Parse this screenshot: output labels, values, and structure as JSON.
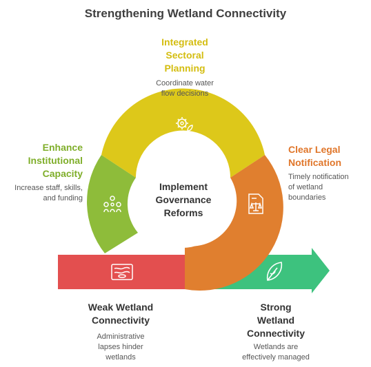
{
  "title": "Strengthening Wetland Connectivity",
  "center": {
    "line1": "Implement",
    "line2": "Governance",
    "line3": "Reforms"
  },
  "top": {
    "heading": [
      "Integrated",
      "Sectoral",
      "Planning"
    ],
    "description": [
      "Coordinate water",
      "flow decisions"
    ],
    "color": "#ddc81a",
    "icon": "gear-leaf-icon"
  },
  "left": {
    "heading": [
      "Enhance",
      "Institutional",
      "Capacity"
    ],
    "description": [
      "Increase staff, skills,",
      "and funding"
    ],
    "color": "#8ebc3a",
    "icon": "people-network-icon"
  },
  "right": {
    "heading": [
      "Clear Legal",
      "Notification"
    ],
    "description": [
      "Timely notification",
      "of wetland",
      "boundaries"
    ],
    "color": "#e07f2f",
    "icon": "legal-document-icon"
  },
  "bottom_left": {
    "heading": [
      "Weak Wetland",
      "Connectivity"
    ],
    "description": [
      "Administrative",
      "lapses hinder",
      "wetlands"
    ],
    "color": "#e34f4f",
    "icon": "wetland-map-icon"
  },
  "bottom_right": {
    "heading": [
      "Strong",
      "Wetland",
      "Connectivity"
    ],
    "description": [
      "Wetlands are",
      "effectively managed"
    ],
    "color": "#3dc27e",
    "icon": "balanced-leaf-icon"
  }
}
